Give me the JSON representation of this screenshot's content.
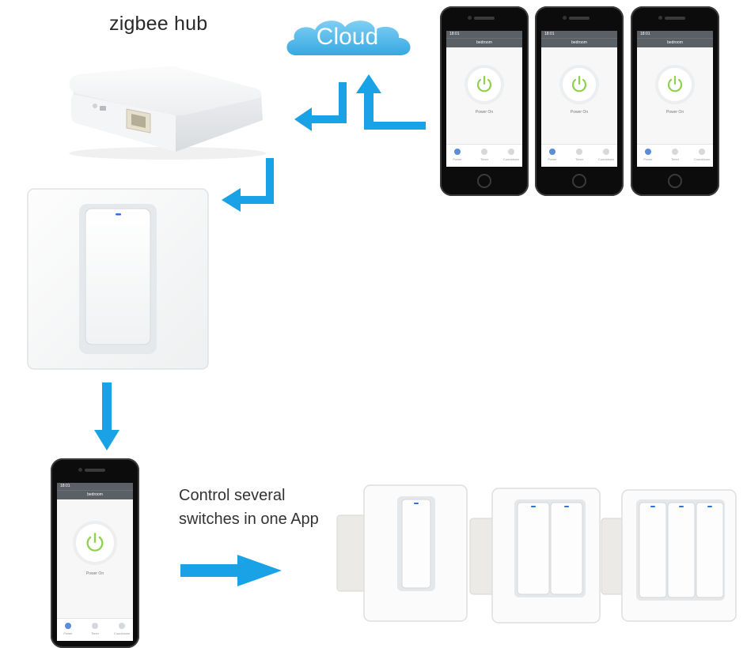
{
  "hub_label": "zigbee hub",
  "cloud_label": "Cloud",
  "caption": {
    "line1": "Control several",
    "line2": "switches in one App"
  },
  "phone_screen": {
    "time": "18:01",
    "room": "bedroom",
    "status": "Power On",
    "tabs": [
      "Power",
      "Timer",
      "Countdown"
    ]
  },
  "colors": {
    "arrow": "#1aa2e6",
    "cloud": "#4fb8ea",
    "power_ring": "#8fd14f",
    "indicator": "#2f6fe0"
  },
  "switch_gangs": [
    1,
    2,
    3
  ]
}
